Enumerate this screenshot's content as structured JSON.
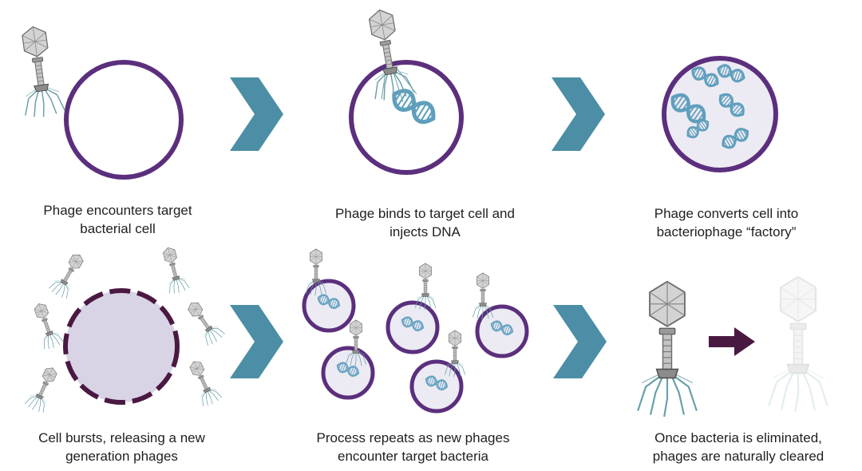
{
  "colors": {
    "cell_outline": "#5b2f7d",
    "cell_fill_burst": "#d9d3e6",
    "cell_fill_infected": "#eceaf3",
    "arrow_teal": "#4b8ea5",
    "arrow_dark": "#4a1942",
    "dna": "#5f9fbd",
    "phage_head": "#c9c9c9",
    "phage_tail": "#8a8a8a",
    "phage_legs": "#6aa0aa"
  },
  "steps": [
    {
      "id": "encounter",
      "caption": [
        "Phage encounters target",
        "bacterial cell"
      ]
    },
    {
      "id": "inject",
      "caption": [
        "Phage binds to target cell and",
        "injects DNA"
      ]
    },
    {
      "id": "factory",
      "caption": [
        "Phage converts cell into",
        "bacteriophage “factory”"
      ]
    },
    {
      "id": "burst",
      "caption": [
        "Cell bursts, releasing a new",
        "generation phages"
      ]
    },
    {
      "id": "repeat",
      "caption": [
        "Process repeats as new phages",
        "encounter target bacteria"
      ]
    },
    {
      "id": "cleared",
      "caption": [
        "Once bacteria is eliminated,",
        "phages are naturally cleared"
      ]
    }
  ],
  "icons": {
    "phage": "bacteriophage-icon",
    "dna": "dna-helix-icon",
    "step_arrow": "chevron-right-icon",
    "result_arrow": "arrow-right-icon"
  }
}
